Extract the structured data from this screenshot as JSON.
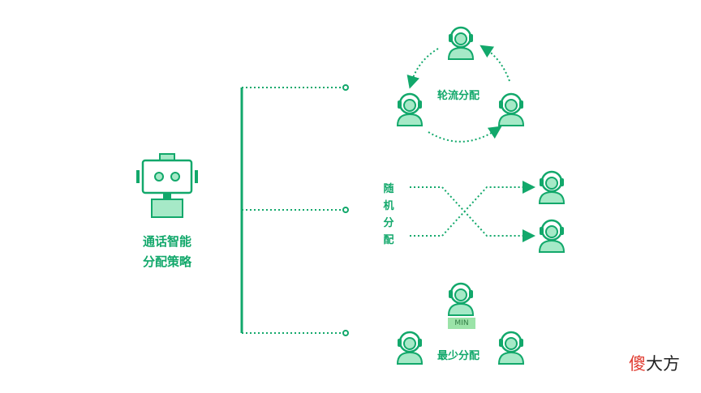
{
  "center": {
    "title_line1": "通话智能",
    "title_line2": "分配策略"
  },
  "strategies": {
    "round_robin": {
      "label": "轮流分配"
    },
    "random": {
      "label_chars": [
        "随",
        "机",
        "分",
        "配"
      ]
    },
    "least_busy": {
      "label": "最少分配",
      "badge": "MIN"
    }
  },
  "watermark": {
    "accent": "傻",
    "rest": "大方"
  },
  "colors": {
    "primary": "#12a86b",
    "fill": "#a6e9c7",
    "badge": "#9be3a8"
  },
  "icons": {
    "robot": "robot-icon",
    "agent": "agent-headset-icon"
  }
}
